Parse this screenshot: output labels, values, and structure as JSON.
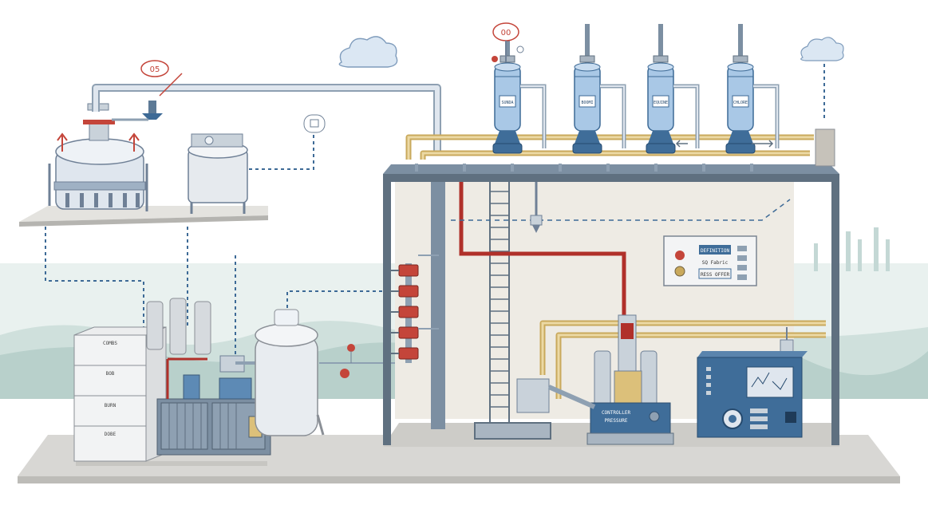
{
  "colors": {
    "background": "#ffffff",
    "ground": "#d8d7d4",
    "frame": "#5f7080",
    "pipe_gray": "#c9d2da",
    "pipe_tan": "#dcc07a",
    "pipe_red": "#b0302a",
    "valve_red": "#c4453a",
    "column_blue": "#a9c8e6",
    "cabinet_blue": "#3f6d99",
    "dash_blue": "#3d6a96",
    "wall": "#eeebe4",
    "hills": "#b6d0cc"
  },
  "labels": {
    "bubble_left": "05",
    "bubble_right": "00",
    "bubble_small_icon": "gauge-icon",
    "cabinet_left": [
      "COMBS",
      "BOB",
      "BURN",
      "DOBE"
    ],
    "control_panel": [
      "DEFINITION",
      "SQ Fabric",
      "RESS OFFER"
    ],
    "pump_base": [
      "CONTROLLER",
      "PRESSURE"
    ],
    "columns": [
      "SUNDA",
      "BOOMI",
      "EQUINE",
      "CHLORE"
    ]
  },
  "icons": {
    "cloud_left": "cloud-icon",
    "cloud_right": "cloud-icon",
    "arrow_left": "arrow-left-icon",
    "arrow_right": "arrow-right-icon"
  }
}
